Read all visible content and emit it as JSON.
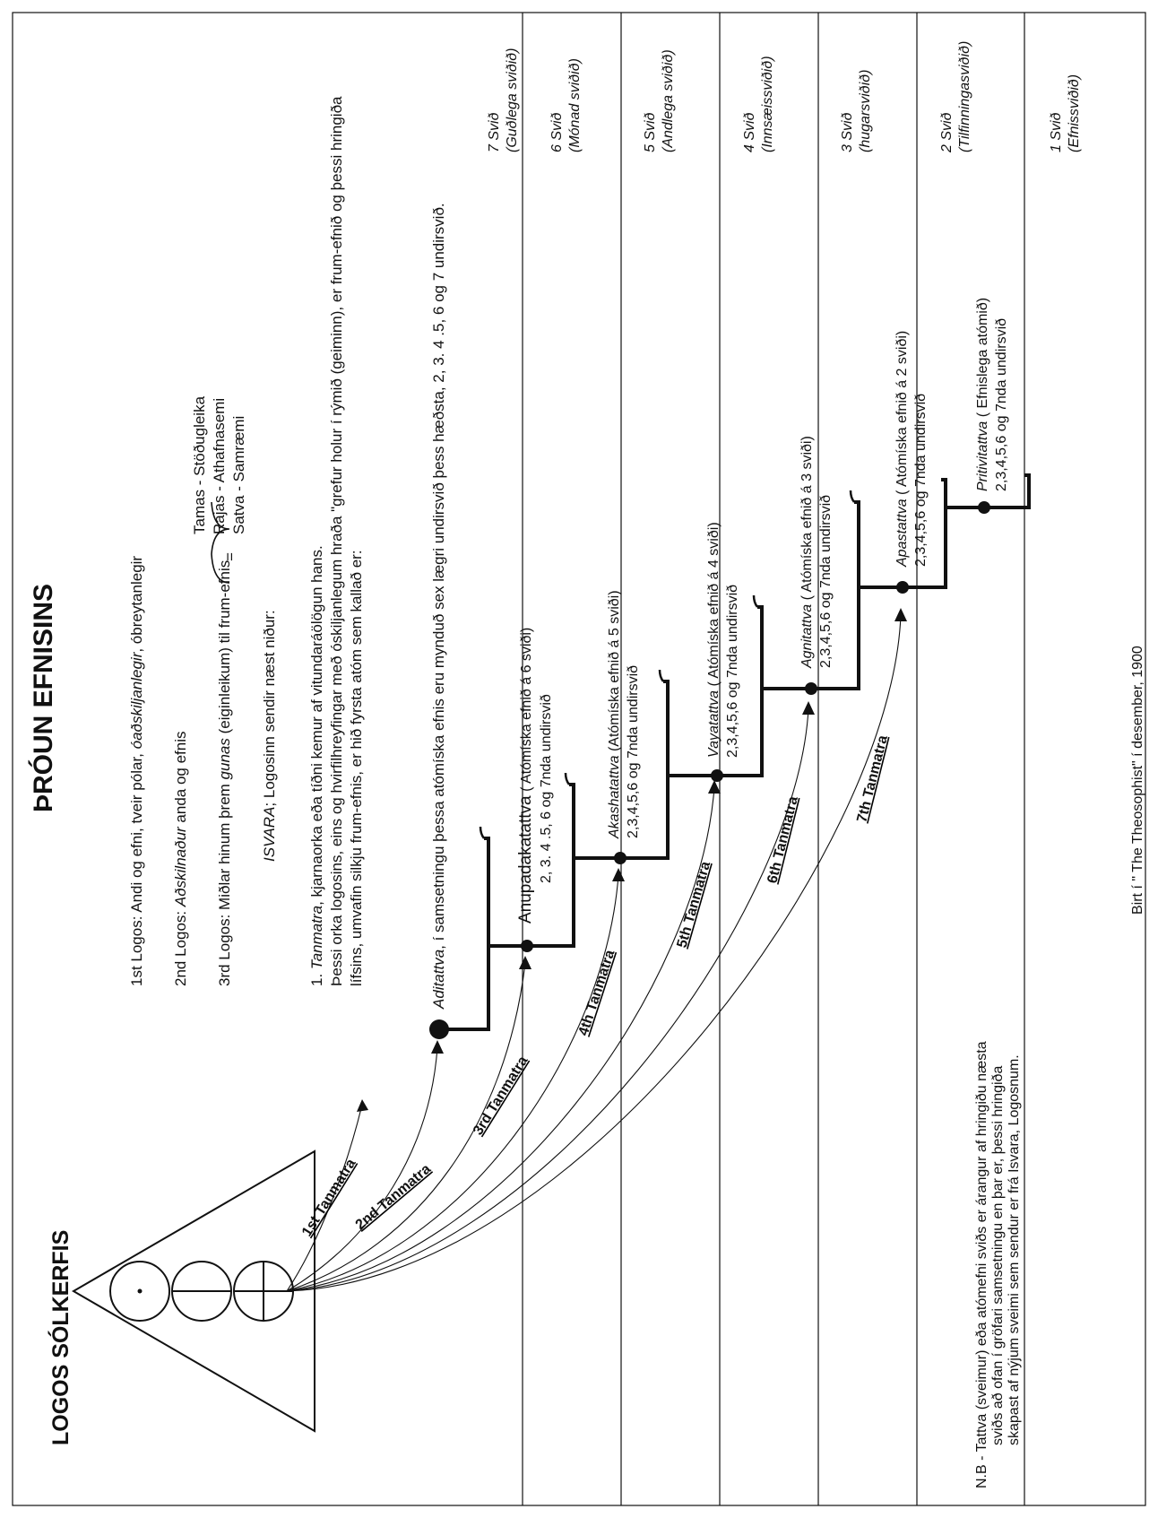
{
  "title": "ÞRÓUN EFNISINS",
  "logos_label": "LOGOS SÓLKERFIS",
  "logos_lines": [
    {
      "prefix": "1st Logos:  Andi og efni, tveir pólar, ",
      "emph": "óaðskiljanlegir",
      "suffix": ", óbreytanlegir"
    },
    {
      "prefix": "2nd Logos: ",
      "emph": "Aðskilnaður",
      "suffix": "  anda og efnis"
    },
    {
      "prefix": "3rd Logos:  Miðlar hinum þrem ",
      "emph": "gunas",
      "suffix": " (eiginleikum) til frum-efnis"
    }
  ],
  "gunas": [
    {
      "name": "Tamas",
      "meaning": "Stöðugleika"
    },
    {
      "name": "Rajas",
      "meaning": "Athafnasemi"
    },
    {
      "name": "Satva",
      "meaning": "Samræmi"
    }
  ],
  "gunas_equals": "=",
  "isvara": {
    "emph": "ISVARA",
    "text": ";  Logosinn sendir næst niður:"
  },
  "tanmatra_intro": [
    {
      "prefix": "1. ",
      "emph": "Tanmatra",
      "suffix": ", kjarnaorka eða tíðni kemur af vitundaráölögun hans."
    },
    {
      "prefix": "",
      "emph": "",
      "suffix": "Þessi orka logosins, eins og hvirfilhreyfingar með óskiljanlegum hraða \"grefur holur í rýmið (geiminn), er frum-efnið og þessi hringiða"
    },
    {
      "prefix": "",
      "emph": "",
      "suffix": "lífsins, umvafin silkju frum-efnis, er hið fyrsta atóm sem kallað er:"
    }
  ],
  "aditattva": {
    "emph": "Aditattva",
    "text": ", í samsetningu þessa atómíska efnis eru mynduð sex lægri undirsvið þess hæðsta, 2, 3. 4 .5, 6 og 7 undirsvið."
  },
  "tanmatras": [
    "1st Tanmatra",
    "2nd Tanmatra",
    "3rd Tanmatra",
    "4th Tanmatra",
    "5th Tanmatra",
    "6th Tanmatra",
    "7th Tanmatra"
  ],
  "tattvas": [
    {
      "name": "Anupadakatattva",
      "note": " ( Atómíska efnið á 6 sviði)",
      "sub": "2, 3. 4 .5, 6 og 7nda undirsvið"
    },
    {
      "name": "Akashatattva",
      "note": " (Atómíska efnið á 5 sviði)",
      "sub": "2,3,4,5,6 og 7nda undirsvið"
    },
    {
      "name": "Vayatattva",
      "note": "  ( Atómíska efnið á 4 sviði)",
      "sub": "2,3,4,5,6 og 7nda undirsvið"
    },
    {
      "name": "Agnitattva",
      "note": "  ( Atómíska efnið á 3 sviði)",
      "sub": "2,3,4,5,6 og 7nda undirsvið"
    },
    {
      "name": "Apastattva",
      "note": "  ( Atómíska efnið á 2 sviði)",
      "sub": "2,3,4,5,6 og 7nda undirsvið"
    },
    {
      "name": "Pritivitattva",
      "note": "  ( Efnislega atómið)",
      "sub": "2,3,4,5,6 og 7nda undirsvið"
    }
  ],
  "planes": [
    {
      "num": "7 Svið",
      "name": "(Guðlega sviðið)"
    },
    {
      "num": "6 Svið",
      "name": "(Mónad sviðið)"
    },
    {
      "num": "5 Svið",
      "name": "(Andlega sviðið)"
    },
    {
      "num": "4 Svið",
      "name": "(Innsæissviðið)"
    },
    {
      "num": "3 Svið",
      "name": "(hugarsviðið)"
    },
    {
      "num": "2 Svið",
      "name": "(Tilfinningasviðið)"
    },
    {
      "num": "1 Svið",
      "name": "(Efnissviðið)"
    }
  ],
  "nb": [
    "N.B - Tattva (sveimur) eða atómefni sviðs er árangur af hringiðu næsta",
    "sviðs að ofan í gröfari samsetningu en þar er, þessi hringiða",
    "skapast af nýjum sveimi sem sendur er frá Isvara, Logosnum."
  ],
  "source": "Birt í \" The Theosophist\"  í desember, 1900"
}
